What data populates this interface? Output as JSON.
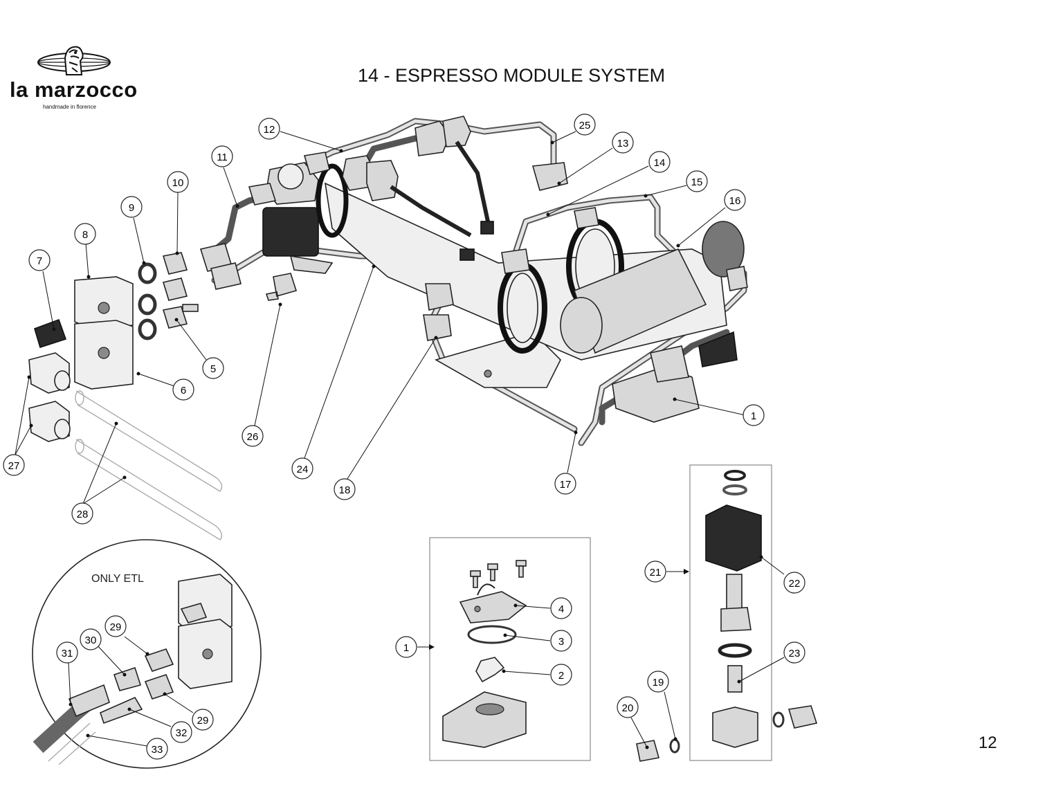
{
  "brand": {
    "name": "la marzocco",
    "tagline": "handmade in florence"
  },
  "title": "14 - ESPRESSO MODULE SYSTEM",
  "page_number": "12",
  "inset_label": "ONLY ETL",
  "callouts": [
    {
      "id": "c1",
      "label": "1"
    },
    {
      "id": "c1b",
      "label": "1"
    },
    {
      "id": "c2",
      "label": "2"
    },
    {
      "id": "c3",
      "label": "3"
    },
    {
      "id": "c4",
      "label": "4"
    },
    {
      "id": "c5",
      "label": "5"
    },
    {
      "id": "c6",
      "label": "6"
    },
    {
      "id": "c7",
      "label": "7"
    },
    {
      "id": "c8",
      "label": "8"
    },
    {
      "id": "c9",
      "label": "9"
    },
    {
      "id": "c10",
      "label": "10"
    },
    {
      "id": "c11",
      "label": "11"
    },
    {
      "id": "c12",
      "label": "12"
    },
    {
      "id": "c13",
      "label": "13"
    },
    {
      "id": "c14",
      "label": "14"
    },
    {
      "id": "c15",
      "label": "15"
    },
    {
      "id": "c16",
      "label": "16"
    },
    {
      "id": "c17",
      "label": "17"
    },
    {
      "id": "c18",
      "label": "18"
    },
    {
      "id": "c19",
      "label": "19"
    },
    {
      "id": "c20",
      "label": "20"
    },
    {
      "id": "c21",
      "label": "21"
    },
    {
      "id": "c22",
      "label": "22"
    },
    {
      "id": "c23",
      "label": "23"
    },
    {
      "id": "c24",
      "label": "24"
    },
    {
      "id": "c25",
      "label": "25"
    },
    {
      "id": "c26",
      "label": "26"
    },
    {
      "id": "c27",
      "label": "27"
    },
    {
      "id": "c28",
      "label": "28"
    },
    {
      "id": "c29",
      "label": "29"
    },
    {
      "id": "c29b",
      "label": "29"
    },
    {
      "id": "c30",
      "label": "30"
    },
    {
      "id": "c31",
      "label": "31"
    },
    {
      "id": "c32",
      "label": "32"
    },
    {
      "id": "c33",
      "label": "33"
    }
  ]
}
